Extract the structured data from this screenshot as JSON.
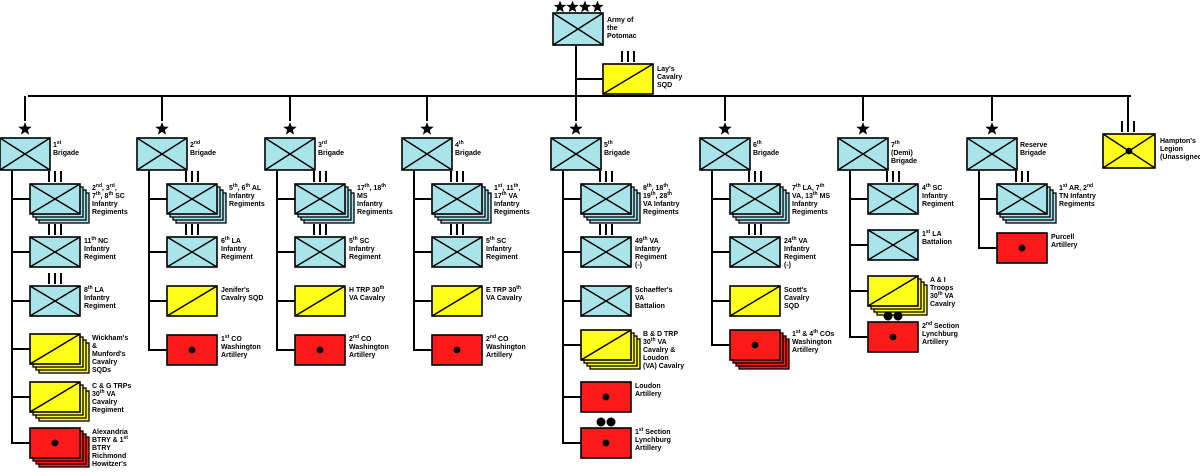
{
  "colors": {
    "infantry": "#a9e4ea",
    "cavalry": "#ffff1a",
    "artillery": "#ff1a1a",
    "line": "#000000"
  },
  "hq": {
    "stars": 4,
    "label": [
      "Army of",
      "the",
      "Potomac"
    ],
    "attached": {
      "type": "cavalry",
      "label": [
        "Lay's",
        "Cavalry",
        "SQD"
      ]
    }
  },
  "brigades": [
    {
      "stars": 1,
      "type": "infantry",
      "label": [
        "1^st",
        "Brigade"
      ],
      "units": [
        {
          "type": "infantry",
          "size": "regiment",
          "stack": true,
          "label": [
            "2^nd, 3^rd,",
            "7^th, 8^th SC",
            "Infantry",
            "Regiments"
          ]
        },
        {
          "type": "infantry",
          "size": "regiment",
          "label": [
            "11^th NC",
            "Infantry",
            "Regiment"
          ]
        },
        {
          "type": "infantry",
          "size": "regiment",
          "label": [
            "8^th LA",
            "Infantry",
            "Regiment"
          ]
        },
        {
          "type": "cavalry",
          "size": "none",
          "stack": true,
          "label": [
            "Wickham's",
            "&",
            "Munford's",
            "Cavalry",
            "SQDs"
          ]
        },
        {
          "type": "cavalry",
          "size": "none",
          "stack": true,
          "label": [
            "C & G TRPs",
            "30^th VA",
            "Cavalry",
            "Regiment"
          ]
        },
        {
          "type": "artillery",
          "size": "none",
          "stack": true,
          "label": [
            "Alexandria",
            "BTRY & 1^st",
            "BTRY",
            "Richmond",
            "Howitzer's"
          ]
        }
      ]
    },
    {
      "stars": 1,
      "type": "infantry",
      "label": [
        "2^nd",
        "Brigade"
      ],
      "units": [
        {
          "type": "infantry",
          "size": "regiment",
          "stack": true,
          "label": [
            "5^th, 6^th AL",
            "Infantry",
            "Regiments"
          ]
        },
        {
          "type": "infantry",
          "size": "regiment",
          "label": [
            "6^th LA",
            "Infantry",
            "Regiment"
          ]
        },
        {
          "type": "cavalry",
          "size": "none",
          "label": [
            "Jenifer's",
            "Cavalry SQD"
          ]
        },
        {
          "type": "artillery",
          "size": "none",
          "label": [
            "1^st CO",
            "Washington",
            "Artillery"
          ]
        }
      ]
    },
    {
      "stars": 1,
      "type": "infantry",
      "label": [
        "3^rd",
        "Brigade"
      ],
      "units": [
        {
          "type": "infantry",
          "size": "regiment",
          "stack": true,
          "label": [
            "17^th, 18^th",
            "MS",
            "Infantry",
            "Regiments"
          ]
        },
        {
          "type": "infantry",
          "size": "regiment",
          "label": [
            "5^th SC",
            "Infantry",
            "Regiment"
          ]
        },
        {
          "type": "cavalry",
          "size": "none",
          "label": [
            "H TRP 30^th",
            "VA Cavalry"
          ]
        },
        {
          "type": "artillery",
          "size": "none",
          "label": [
            "2^nd CO",
            "Washington",
            "Artillery"
          ]
        }
      ]
    },
    {
      "stars": 1,
      "type": "infantry",
      "label": [
        "4^th",
        "Brigade"
      ],
      "units": [
        {
          "type": "infantry",
          "size": "regiment",
          "stack": true,
          "label": [
            "1^st, 11^th,",
            "17^th VA",
            "Infantry",
            "Regiments"
          ]
        },
        {
          "type": "infantry",
          "size": "regiment",
          "label": [
            "5^th SC",
            "Infantry",
            "Regiment"
          ]
        },
        {
          "type": "cavalry",
          "size": "none",
          "label": [
            "E TRP 30^th",
            "VA Cavalry"
          ]
        },
        {
          "type": "artillery",
          "size": "none",
          "label": [
            "2^nd CO",
            "Washington",
            "Artillery"
          ]
        }
      ]
    },
    {
      "stars": 1,
      "type": "infantry",
      "label": [
        "5^th",
        "Brigade"
      ],
      "units": [
        {
          "type": "infantry",
          "size": "regiment",
          "stack": true,
          "label": [
            "8^th, 18^th,",
            "19^th, 28^th",
            "VA Infantry",
            "Regiments"
          ]
        },
        {
          "type": "infantry",
          "size": "regiment",
          "label": [
            "49^th VA",
            "Infantry",
            "Regiment",
            "(-)"
          ]
        },
        {
          "type": "infantry",
          "size": "none",
          "label": [
            "Schaeffer's",
            "VA",
            "Battalion"
          ]
        },
        {
          "type": "cavalry",
          "size": "none",
          "stack": true,
          "label": [
            "B & D TRP",
            "30^th VA",
            "Cavalry &",
            "Loudon",
            "(VA) Cavalry"
          ]
        },
        {
          "type": "artillery",
          "size": "none",
          "label": [
            "Loudon",
            "Artillery"
          ]
        },
        {
          "type": "artillery",
          "size": "section",
          "label": [
            "1^st Section",
            "Lynchburg",
            "Artillery"
          ]
        }
      ]
    },
    {
      "stars": 1,
      "type": "infantry",
      "label": [
        "6^th",
        "Brigade"
      ],
      "units": [
        {
          "type": "infantry",
          "size": "regiment",
          "stack": true,
          "label": [
            "7^th LA, 7^th",
            "VA, 13^th MS",
            "Infantry",
            "Regiments"
          ]
        },
        {
          "type": "infantry",
          "size": "regiment",
          "label": [
            "24^th VA",
            "Infantry",
            "Regiment",
            "(-)"
          ]
        },
        {
          "type": "cavalry",
          "size": "none",
          "label": [
            "Scott's",
            "Cavalry",
            "SQD"
          ]
        },
        {
          "type": "artillery",
          "size": "none",
          "stack": true,
          "label": [
            "1^st & 4^th COs",
            "Washington",
            "Artillery"
          ]
        }
      ]
    },
    {
      "stars": 1,
      "type": "infantry",
      "label": [
        "7^th",
        "(Demi)",
        "Brigade"
      ],
      "units": [
        {
          "type": "infantry",
          "size": "regiment",
          "label": [
            "4^th SC",
            "Infantry",
            "Regiment"
          ]
        },
        {
          "type": "infantry",
          "size": "none",
          "label": [
            "1^st LA",
            "Battalion"
          ]
        },
        {
          "type": "cavalry",
          "size": "none",
          "stack": true,
          "label": [
            "A & I",
            "Troops",
            "30^th VA",
            "Cavalry"
          ]
        },
        {
          "type": "artillery",
          "size": "section",
          "label": [
            "2^nd Section",
            "Lynchburg",
            "Artillery"
          ]
        }
      ]
    },
    {
      "stars": 1,
      "type": "infantry",
      "label": [
        "Reserve",
        "Brigade"
      ],
      "units": [
        {
          "type": "infantry",
          "size": "regiment",
          "stack": true,
          "label": [
            "1^st AR, 2^nd",
            "TN Infantry",
            "Regiments"
          ]
        },
        {
          "type": "artillery",
          "size": "none",
          "label": [
            "Purcell",
            "Artillery"
          ]
        }
      ]
    },
    {
      "stars": 0,
      "type": "legion",
      "label": [
        "Hampton's",
        "Legion",
        "(Unassigned)"
      ],
      "units": []
    }
  ]
}
